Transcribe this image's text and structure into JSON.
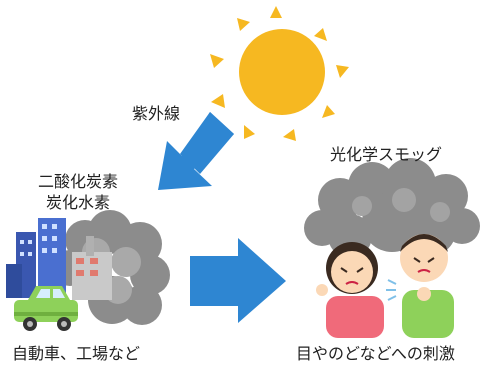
{
  "labels": {
    "uv": "紫外線",
    "gases_line1": "二酸化炭素",
    "gases_line2": "炭化水素",
    "smog": "光化学スモッグ",
    "source": "自動車、工場など",
    "effect": "目やのどなどへの刺激"
  },
  "colors": {
    "arrow": "#2e86d2",
    "sun": "#f6b821",
    "smog": "#8c8c8c",
    "car": "#8ed15a"
  }
}
